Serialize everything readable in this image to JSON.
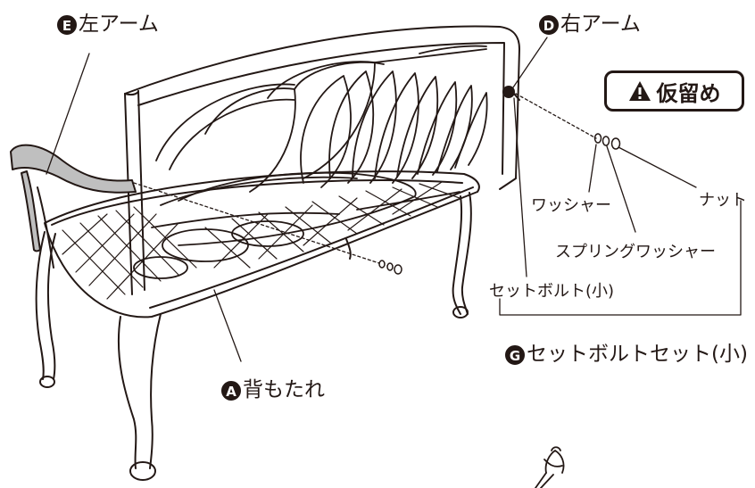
{
  "labels": {
    "left_arm_marker": "E",
    "left_arm": "左アーム",
    "right_arm_marker": "D",
    "right_arm": "右アーム",
    "backrest_marker": "A",
    "backrest": "背もたれ",
    "set_marker": "G",
    "bolt_set": "セットボルトセット(小)",
    "bolt": "セットボルト(小)",
    "washer": "ワッシャー",
    "spring_washer": "スプリングワッシャー",
    "nut": "ナット"
  },
  "warning": {
    "icon": "warning-triangle-icon",
    "text": "仮留め"
  }
}
